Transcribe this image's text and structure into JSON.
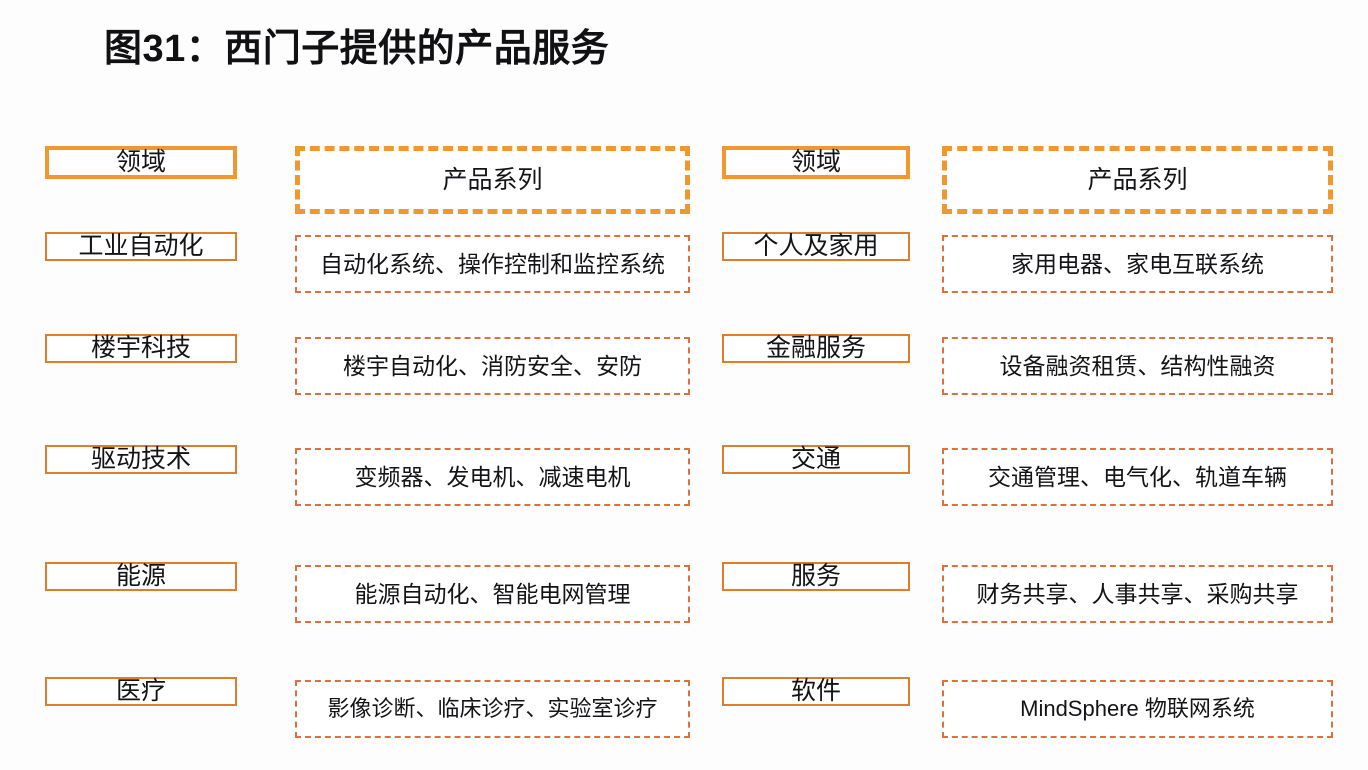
{
  "title": "图31：西门子提供的产品服务",
  "colors": {
    "header_border": "#f0982f",
    "row_border": "#e07d2a",
    "row_dashed_border": "#dd7040",
    "background": "#fdfdfe",
    "text": "#141418"
  },
  "chart_data": {
    "type": "table",
    "title": "图31：西门子提供的产品服务",
    "xlabel": "",
    "ylabel": "",
    "panels": [
      {
        "headers": [
          "领域",
          "产品系列"
        ],
        "rows": [
          [
            "工业自动化",
            "自动化系统、操作控制和监控系统"
          ],
          [
            "楼宇科技",
            "楼宇自动化、消防安全、安防"
          ],
          [
            "驱动技术",
            "变频器、发电机、减速电机"
          ],
          [
            "能源",
            "能源自动化、智能电网管理"
          ],
          [
            "医疗",
            "影像诊断、临床诊疗、实验室诊疗"
          ]
        ]
      },
      {
        "headers": [
          "领域",
          "产品系列"
        ],
        "rows": [
          [
            "个人及家用",
            "家用电器、家电互联系统"
          ],
          [
            "金融服务",
            "设备融资租赁、结构性融资"
          ],
          [
            "交通",
            "交通管理、电气化、轨道车辆"
          ],
          [
            "服务",
            "财务共享、人事共享、采购共享"
          ],
          [
            "软件",
            "MindSphere 物联网系统"
          ]
        ]
      }
    ]
  },
  "left_panel": {
    "header": {
      "domain": "领域",
      "product": "产品系列"
    },
    "rows": [
      {
        "domain": "工业自动化",
        "product": "自动化系统、操作控制和监控系统"
      },
      {
        "domain": "楼宇科技",
        "product": "楼宇自动化、消防安全、安防"
      },
      {
        "domain": "驱动技术",
        "product": "变频器、发电机、减速电机"
      },
      {
        "domain": "能源",
        "product": "能源自动化、智能电网管理"
      },
      {
        "domain": "医疗",
        "product": "影像诊断、临床诊疗、实验室诊疗"
      }
    ]
  },
  "right_panel": {
    "header": {
      "domain": "领域",
      "product": "产品系列"
    },
    "rows": [
      {
        "domain": "个人及家用",
        "product": "家用电器、家电互联系统"
      },
      {
        "domain": "金融服务",
        "product": "设备融资租赁、结构性融资"
      },
      {
        "domain": "交通",
        "product": "交通管理、电气化、轨道车辆"
      },
      {
        "domain": "服务",
        "product": "财务共享、人事共享、采购共享"
      },
      {
        "domain": "软件",
        "product": "MindSphere 物联网系统"
      }
    ]
  }
}
